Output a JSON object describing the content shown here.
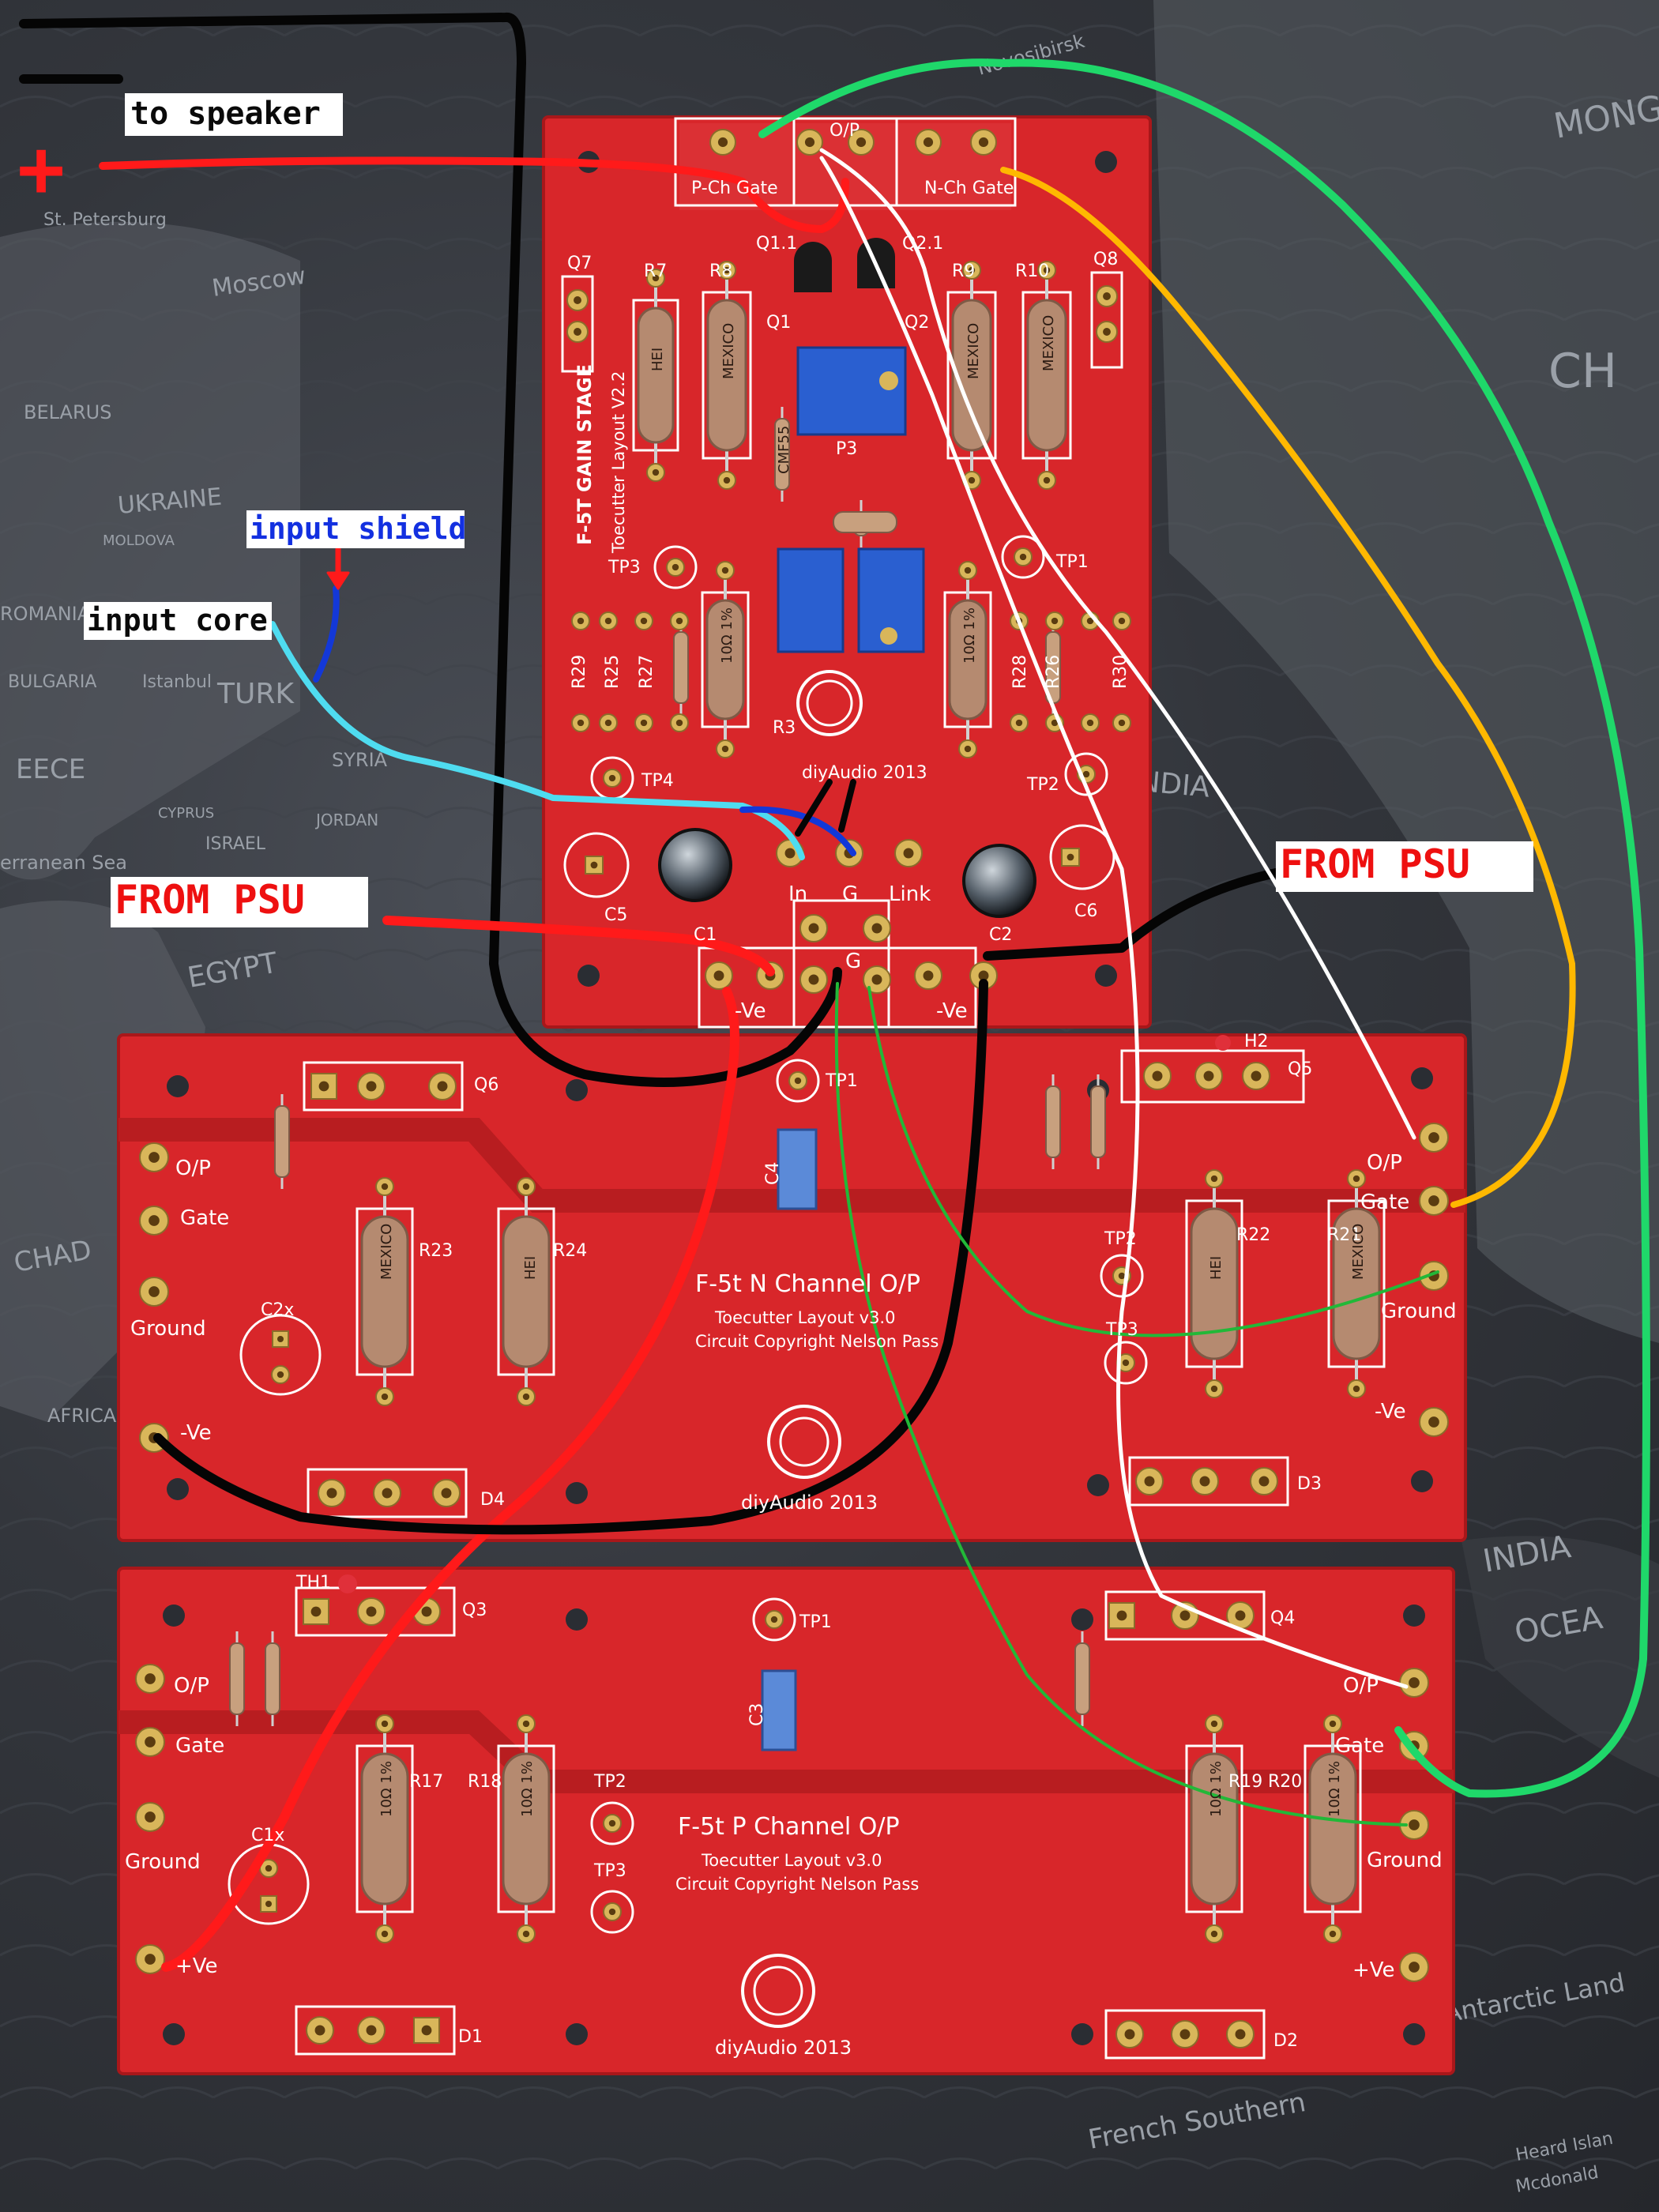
{
  "annotations": {
    "to_speaker": "to speaker",
    "plus": "+",
    "input_shield": "input shield",
    "input_core": "input core",
    "from_psu_left": "FROM PSU",
    "from_psu_right": "FROM PSU"
  },
  "map_labels": {
    "petersburg": "St. Petersburg",
    "moscow": "Moscow",
    "belarus": "BELARUS",
    "ukraine": "UKRAINE",
    "moldova": "MOLDOVA",
    "romania": "ROMANIA",
    "bulgaria": "BULGARIA",
    "istanbul": "Istanbul",
    "turkey": "TURK",
    "greece": "EECE",
    "syria": "SYRIA",
    "cyprus": "CYPRUS",
    "israel": "ISRAEL",
    "jordan": "JORDAN",
    "egypt": "EGYPT",
    "med_sea": "erranean Sea",
    "chad": "CHAD",
    "africa": "AFRICA",
    "mongolia": "MONG",
    "china": "CH",
    "india": "INDIA",
    "indian_ocean_1": "INDIA",
    "indian_ocean_2": "OCEA",
    "novosibirsk": "Novosibirsk",
    "antarctic": "Antarctic Land",
    "french_southern": "French Southern",
    "heard": "Heard Islan",
    "mcdonald": "Mcdonald"
  },
  "gain_board": {
    "title": "F-5T GAIN STAGE",
    "subtitle": "Toecutter Layout V2.2",
    "op_label": "O/P",
    "pch_gate": "P-Ch Gate",
    "nch_gate": "N-Ch Gate",
    "credit": "diyAudio 2013",
    "pads": {
      "in": "In",
      "g": "G",
      "link": "Link",
      "ground": "G",
      "neg_left": "-Ve",
      "neg_right": "-Ve"
    },
    "components": {
      "q11": "Q1.1",
      "q21": "Q2.1",
      "q1": "Q1",
      "q2": "Q2",
      "q7": "Q7",
      "q8": "Q8",
      "r7": "R7",
      "r8": "R8",
      "r9": "R9",
      "r10": "R10",
      "p3": "P3",
      "tp1": "TP1",
      "tp2": "TP2",
      "tp3": "TP3",
      "tp4": "TP4",
      "r29": "R29",
      "r25": "R25",
      "r27": "R27",
      "r28": "R28",
      "r26": "R26",
      "r30": "R30",
      "r3": "R3",
      "c1": "C1",
      "c2": "C2",
      "c5": "C5",
      "c6": "C6"
    },
    "res_marks": {
      "hei": "HEI",
      "mexico": "MEXICO",
      "cmf55": "CMF55",
      "tol": "10Ω 1%"
    }
  },
  "n_board": {
    "title": "F-5t N Channel O/P",
    "subtitle": "Toecutter Layout v3.0",
    "copyright": "Circuit Copyright Nelson Pass",
    "credit": "diyAudio 2013",
    "left_pads": {
      "op": "O/P",
      "gate": "Gate",
      "ground": "Ground",
      "neg": "-Ve"
    },
    "right_pads": {
      "op": "O/P",
      "gate": "Gate",
      "ground": "Ground",
      "neg": "-Ve"
    },
    "components": {
      "q6": "Q6",
      "q5": "Q5",
      "tp1": "TP1",
      "tp2": "TP2",
      "tp3": "TP3",
      "c4": "C4",
      "c2x": "C2x",
      "r23": "R23",
      "r24": "R24",
      "r22": "R22",
      "r21": "R21",
      "d4": "D4",
      "d3": "D3",
      "th2": "H2"
    }
  },
  "p_board": {
    "title": "F-5t P Channel O/P",
    "subtitle": "Toecutter Layout v3.0",
    "copyright": "Circuit Copyright Nelson Pass",
    "credit": "diyAudio 2013",
    "left_pads": {
      "op": "O/P",
      "gate": "Gate",
      "ground": "Ground",
      "pos": "+Ve"
    },
    "right_pads": {
      "op": "O/P",
      "gate": "Gate",
      "ground": "Ground",
      "pos": "+Ve"
    },
    "components": {
      "th1": "TH1",
      "q3": "Q3",
      "q4": "Q4",
      "tp1": "TP1",
      "tp2": "TP2",
      "tp3": "TP3",
      "c3": "C3",
      "c1x": "C1x",
      "r17": "R17",
      "r18": "R18",
      "r19": "R19",
      "r20": "R20",
      "d1": "D1",
      "d2": "D2"
    }
  },
  "colors": {
    "pcb": "#d8262a",
    "pcb_dark": "#b81d20",
    "wire_red": "#ff1a1a",
    "wire_black": "#050505",
    "wire_white": "#ffffff",
    "wire_cyan": "#4fdcf0",
    "wire_blue": "#1338d8",
    "wire_green": "#1fd86a",
    "wire_dark_green": "#22b838",
    "wire_orange": "#ffb800",
    "resistor": "#b58a70",
    "trimmer": "#2a5fd0"
  }
}
